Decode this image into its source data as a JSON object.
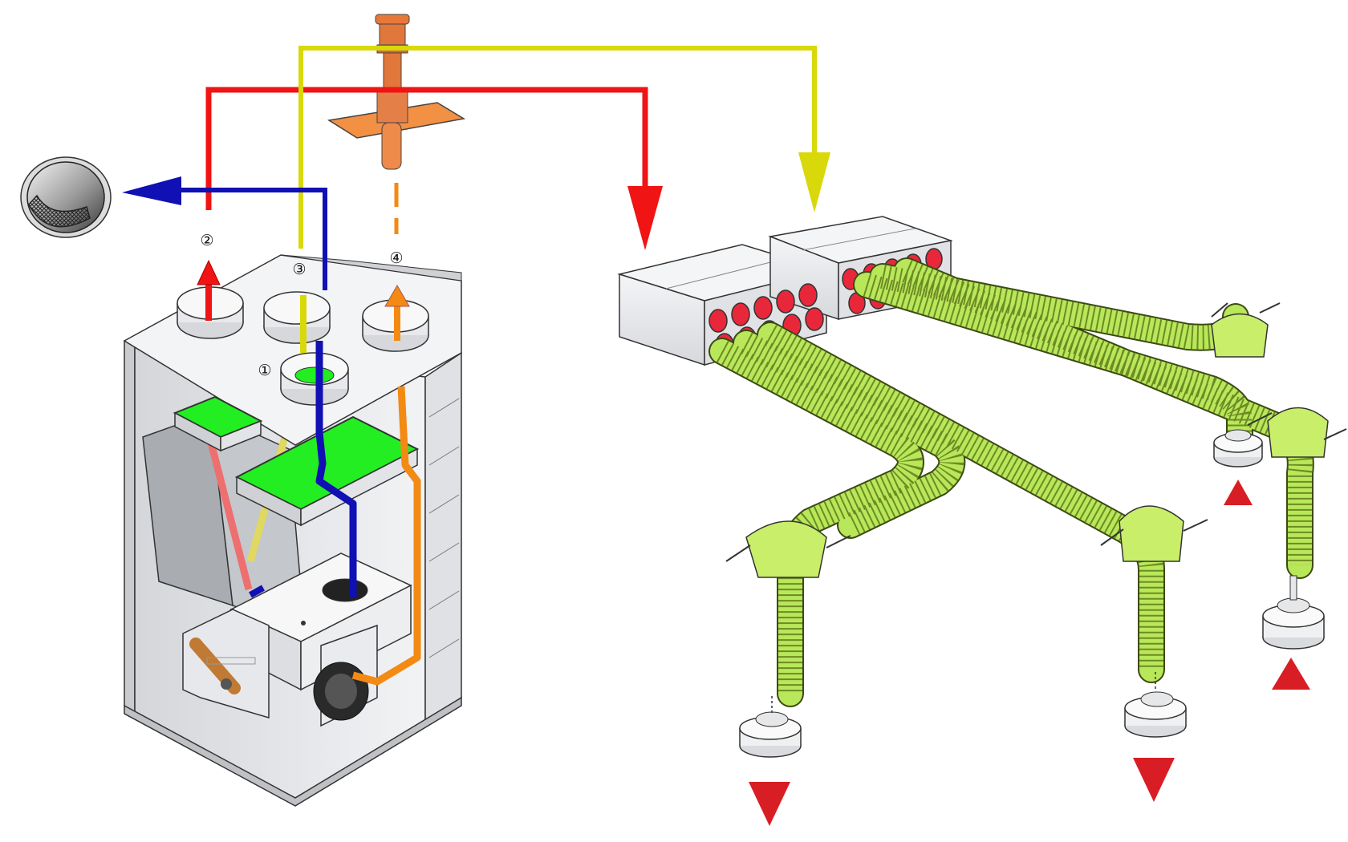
{
  "markers": [
    {
      "id": "1",
      "label": "①"
    },
    {
      "id": "2",
      "label": "②"
    },
    {
      "id": "3",
      "label": "③"
    },
    {
      "id": "4",
      "label": "④"
    }
  ],
  "colors": {
    "supply_red": "#f01414",
    "extract_yellow": "#d8d80a",
    "exhaust_blue": "#1010b4",
    "intake_orange": "#f28a14",
    "duct_green": "#b8e85a",
    "duct_ring": "#6e8a24",
    "filter_green": "#22ee22",
    "terminal_red": "#d81e24",
    "port_red": "#e8283a",
    "housing_grey": "#e4e6ea"
  },
  "icons": [
    "wall-exhaust-grille-icon",
    "roof-terminal-icon",
    "ceiling-valve-icon",
    "airflow-arrow-icon"
  ]
}
